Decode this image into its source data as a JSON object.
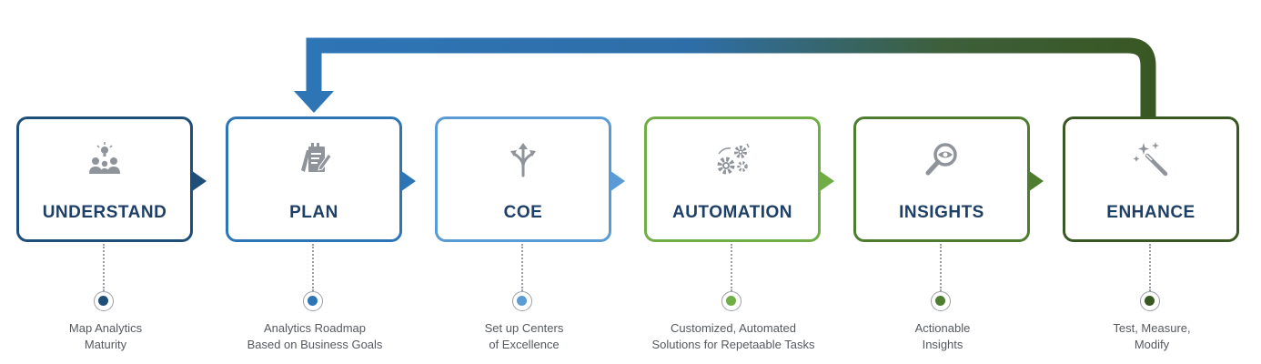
{
  "colors": {
    "understand": "#1f4e79",
    "plan": "#2e75b6",
    "coe": "#5b9bd5",
    "automation": "#70ad47",
    "insights": "#4e7d2f",
    "enhance": "#385723",
    "icon_gray": "#8e949a",
    "title_navy": "#1e3f66"
  },
  "stages": [
    {
      "title": "UNDERSTAND",
      "icon": "team-bulb-icon",
      "desc": [
        "Map Analytics",
        "Maturity"
      ]
    },
    {
      "title": "PLAN",
      "icon": "plan-notepad-icon",
      "desc": [
        "Analytics Roadmap",
        "Based on Business Goals"
      ]
    },
    {
      "title": "COE",
      "icon": "branching-arrows-icon",
      "desc": [
        "Set up Centers",
        "of Excellence"
      ]
    },
    {
      "title": "AUTOMATION",
      "icon": "gears-icon",
      "desc": [
        "Customized, Automated",
        "Solutions for Repetaable Tasks"
      ]
    },
    {
      "title": "INSIGHTS",
      "icon": "eye-magnifier-icon",
      "desc": [
        "Actionable",
        "Insights"
      ]
    },
    {
      "title": "ENHANCE",
      "icon": "magic-wand-icon",
      "desc": [
        "Test, Measure,",
        "Modify"
      ]
    }
  ]
}
